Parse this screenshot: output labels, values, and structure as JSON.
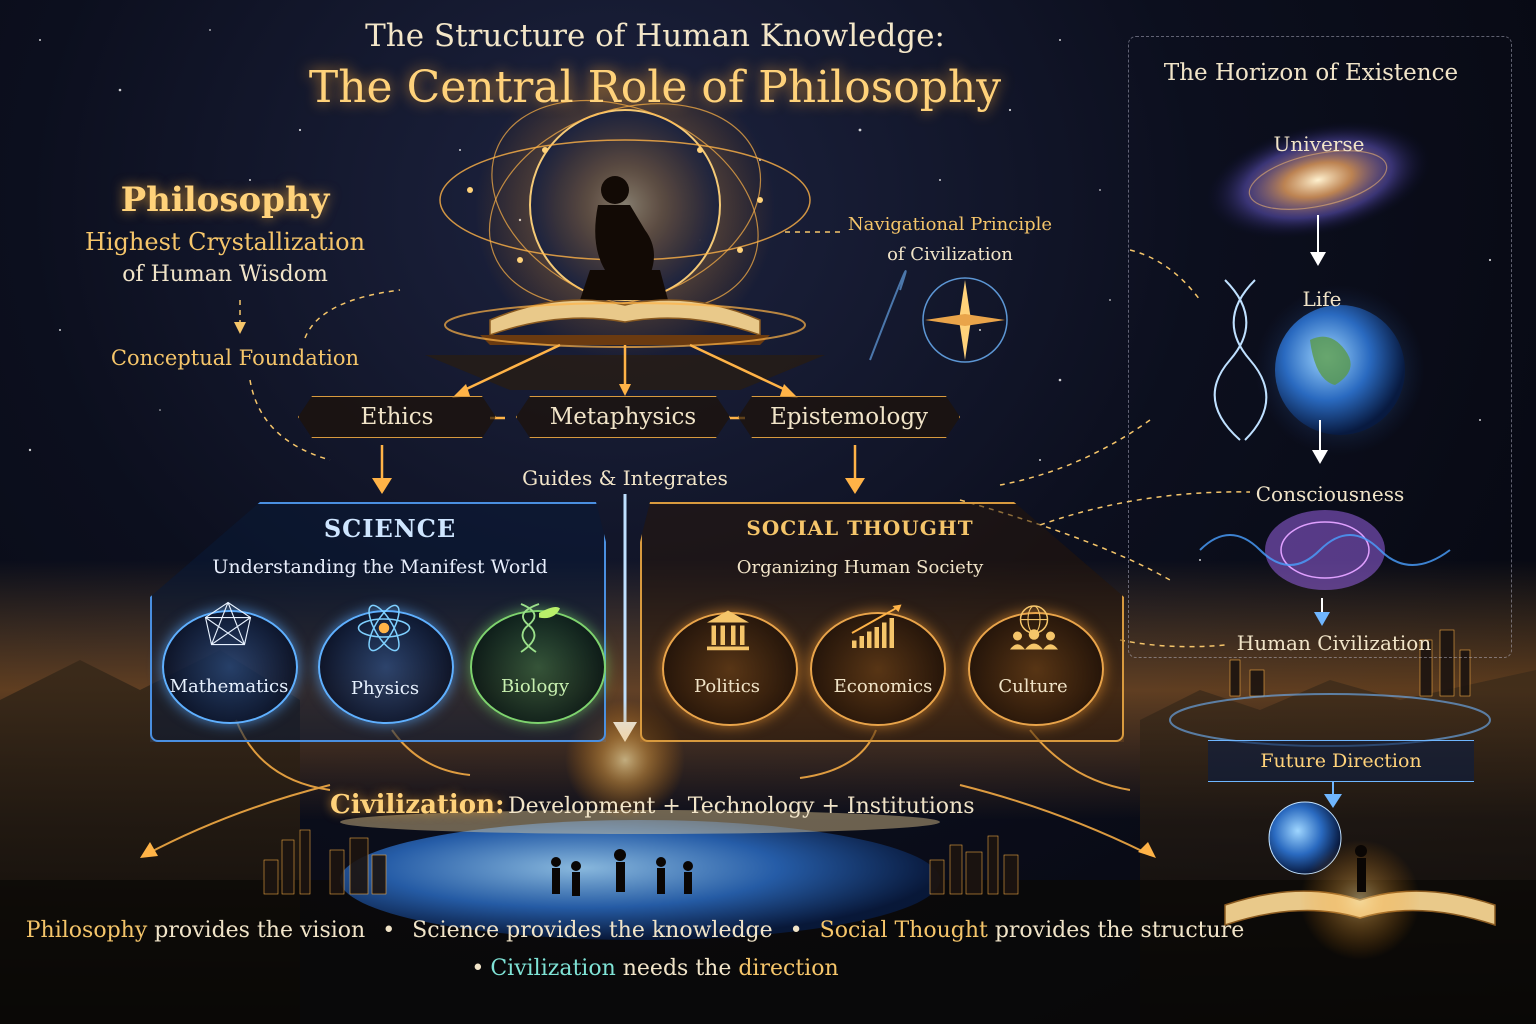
{
  "title": {
    "line1": "The Structure of Human Knowledge:",
    "line2": "The Central Role of Philosophy"
  },
  "philosophy": {
    "label": "Philosophy",
    "subtitle_line1": "Highest Crystallization",
    "subtitle_line2": "of Human Wisdom",
    "foundation": "Conceptual Foundation"
  },
  "navigation": {
    "line1": "Navigational Principle",
    "line2": "of Civilization"
  },
  "branches": [
    "Ethics",
    "Metaphysics",
    "Epistemology"
  ],
  "guides_label": "Guides & Integrates",
  "science": {
    "title": "SCIENCE",
    "subtitle": "Understanding the Manifest World",
    "fields": [
      "Mathematics",
      "Physics",
      "Biology"
    ]
  },
  "social_thought": {
    "title": "SOCIAL THOUGHT",
    "subtitle": "Organizing Human Society",
    "fields": [
      "Politics",
      "Economics",
      "Culture"
    ]
  },
  "civilization": {
    "label": "Civilization:",
    "components": "Development + Technology +  Institutions"
  },
  "horizon": {
    "title": "The Horizon of Existence",
    "stages": [
      "Universe",
      "Life",
      "Consciousness",
      "Human Civilization"
    ],
    "future": "Future Direction"
  },
  "footer": {
    "philosophy": "Philosophy",
    "philosophy_rest": " provides the vision",
    "science": "Science provides the knowledge",
    "social": "Social Thought",
    "social_rest": " provides the structure",
    "civilization": "Civilization",
    "needs": " needs the ",
    "direction": "direction",
    "bullet": "•"
  },
  "colors": {
    "gold": "#f5c56a",
    "blue": "#5fb0ff",
    "green": "#7ed36e",
    "teal": "#7fe3d6"
  }
}
